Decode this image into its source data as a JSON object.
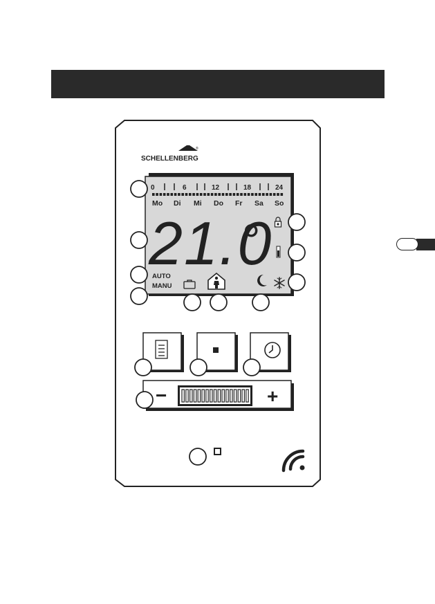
{
  "brand": {
    "name": "SCHELLENBERG",
    "mark": "®"
  },
  "lcd": {
    "hours": [
      "0",
      "6",
      "12",
      "18",
      "24"
    ],
    "days": [
      "Mo",
      "Di",
      "Mi",
      "Do",
      "Fr",
      "Sa",
      "So"
    ],
    "temperature": "21.0",
    "unit_symbol": "°",
    "mode_auto": "AUTO",
    "mode_manu": "MANU"
  },
  "slider": {
    "minus": "−",
    "plus": "+"
  },
  "icons": {
    "lcd": [
      "lock-icon",
      "battery-icon",
      "suitcase-icon",
      "house-person-icon",
      "moon-icon",
      "snowflake-icon"
    ],
    "buttons": [
      "menu-list-icon",
      "square-stop-icon",
      "clock-icon"
    ],
    "other": [
      "led-square-icon",
      "radio-signal-icon"
    ]
  }
}
